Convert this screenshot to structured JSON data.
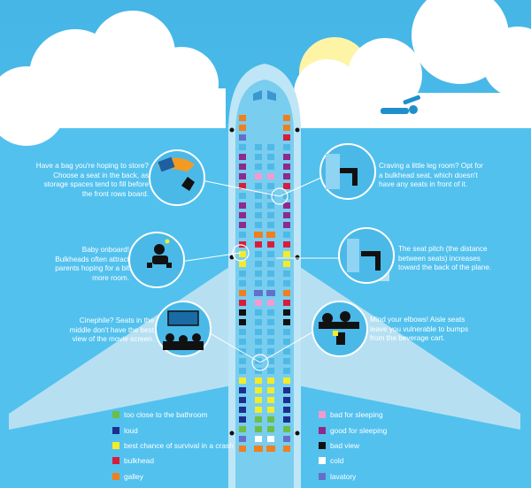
{
  "colors": {
    "sky_top": "#4cbbe9",
    "sky_bottom": "#54c3ef",
    "plane": "#bfe6f6",
    "cabin": "#6fcaee",
    "seat_default": "#4fb9e6",
    "galley": "#f07f1f",
    "bulkhead": "#d81d3a",
    "lavatory": "#6470c8",
    "bad_for_sleeping": "#f49ad0",
    "good_for_sleeping": "#8d2a8c",
    "bad_view": "#111111",
    "cold": "#ffffff",
    "too_close_to_bathroom": "#6dbe45",
    "loud": "#1c2f8f",
    "best_chance_survival": "#f3ec26",
    "sun": "#fef4a6",
    "cloud": "#ffffff"
  },
  "tips": [
    {
      "id": "storage",
      "text": "Have a bag you're hoping to store? Choose a seat in the back, as storage spaces tend to fill before the front rows board."
    },
    {
      "id": "legroom",
      "text": "Craving a little leg room? Opt for a bulkhead seat, which doesn't have any seats in front of it."
    },
    {
      "id": "baby",
      "text": "Baby onboard! Bulkheads often attract parents hoping for a bit more room."
    },
    {
      "id": "pitch",
      "text": "The seat pitch (the distance between seats) increases toward the back of the plane."
    },
    {
      "id": "cinephile",
      "text": "Cinephile? Seats in the middle don't have the best view of the movie screen."
    },
    {
      "id": "elbows",
      "text": "Mind your elbows! Aisle seats leave you vulnerable to bumps from the beverage cart."
    }
  ],
  "legend": {
    "left": [
      {
        "label": "too close to the bathroom",
        "color": "#6dbe45"
      },
      {
        "label": "loud",
        "color": "#1c2f8f"
      },
      {
        "label": "best chance of survival in a crash",
        "color": "#f3ec26"
      },
      {
        "label": "bulkhead",
        "color": "#d81d3a"
      },
      {
        "label": "galley",
        "color": "#f07f1f"
      }
    ],
    "right": [
      {
        "label": "bad for sleeping",
        "color": "#f49ad0"
      },
      {
        "label": "good for sleeping",
        "color": "#8d2a8c"
      },
      {
        "label": "bad view",
        "color": "#111111"
      },
      {
        "label": "cold",
        "color": "#ffffff"
      },
      {
        "label": "lavatory",
        "color": "#6470c8"
      }
    ]
  },
  "seat_rows": [
    {
      "cells": [
        "galley",
        "",
        "",
        "galley"
      ]
    },
    {
      "cells": [
        "galley",
        "",
        "",
        "galley"
      ]
    },
    {
      "cells": [
        "lavatory",
        "",
        "",
        "bulkhead"
      ]
    },
    {
      "cells": [
        "seat",
        "seat",
        "seat",
        "seat"
      ]
    },
    {
      "cells": [
        "good",
        "seat",
        "seat",
        "good"
      ]
    },
    {
      "cells": [
        "good",
        "seat",
        "seat",
        "good"
      ]
    },
    {
      "cells": [
        "good",
        "bad-sleep",
        "bad-sleep",
        "good"
      ]
    },
    {
      "cells": [
        "bulkhead",
        "seat",
        "seat",
        "bulkhead"
      ]
    },
    {
      "cells": [
        "seat",
        "seat",
        "seat",
        "seat"
      ]
    },
    {
      "cells": [
        "good",
        "seat",
        "seat",
        "good"
      ]
    },
    {
      "cells": [
        "good",
        "seat",
        "seat",
        "good"
      ]
    },
    {
      "cells": [
        "good",
        "seat",
        "seat",
        "good"
      ]
    },
    {
      "cells": [
        "seat",
        "galley",
        "galley",
        "seat"
      ]
    },
    {
      "cells": [
        "bulkhead",
        "bulkhead",
        "bulkhead",
        "bulkhead"
      ]
    },
    {
      "cells": [
        "yellow",
        "seat",
        "seat",
        "yellow"
      ]
    },
    {
      "cells": [
        "yellow",
        "seat",
        "seat",
        "yellow"
      ]
    },
    {
      "cells": [
        "seat",
        "seat",
        "seat",
        "seat"
      ]
    },
    {
      "cells": [
        "seat",
        "seat",
        "seat",
        "seat"
      ]
    },
    {
      "cells": [
        "galley",
        "lavatory",
        "lavatory",
        "galley"
      ]
    },
    {
      "cells": [
        "bulkhead",
        "bad-sleep",
        "bad-sleep",
        "bulkhead"
      ]
    },
    {
      "cells": [
        "badview",
        "seat",
        "seat",
        "badview"
      ]
    },
    {
      "cells": [
        "badview",
        "seat",
        "seat",
        "badview"
      ]
    },
    {
      "cells": [
        "seat",
        "seat",
        "seat",
        "seat"
      ]
    },
    {
      "cells": [
        "seat",
        "seat",
        "seat",
        "seat"
      ]
    },
    {
      "cells": [
        "seat",
        "seat",
        "seat",
        "seat"
      ]
    },
    {
      "cells": [
        "seat",
        "seat",
        "seat",
        "seat"
      ]
    },
    {
      "cells": [
        "seat",
        "seat",
        "seat",
        "seat"
      ]
    },
    {
      "cells": [
        "yellow",
        "yellow",
        "yellow",
        "yellow"
      ]
    },
    {
      "cells": [
        "loud",
        "yellow",
        "yellow",
        "loud"
      ]
    },
    {
      "cells": [
        "loud",
        "yellow",
        "yellow",
        "loud"
      ]
    },
    {
      "cells": [
        "loud",
        "yellow",
        "yellow",
        "loud"
      ]
    },
    {
      "cells": [
        "loud",
        "green",
        "green",
        "loud"
      ]
    },
    {
      "cells": [
        "green",
        "green",
        "green",
        "green"
      ]
    },
    {
      "cells": [
        "lavatory",
        "cold",
        "cold",
        "lavatory"
      ]
    },
    {
      "cells": [
        "galley",
        "galley",
        "galley",
        "galley"
      ]
    }
  ]
}
